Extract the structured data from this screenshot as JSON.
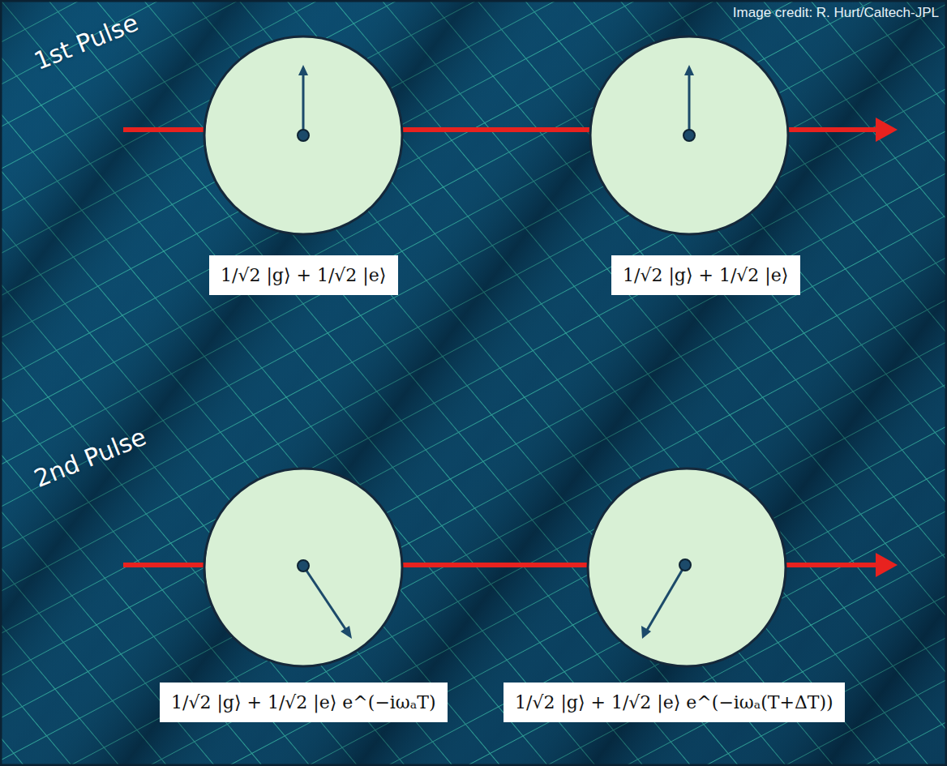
{
  "diagram": {
    "nodes": [
      {
        "text": [
          "1/√2 |g⟩ + 1/√2 |e⟩"
        ]
      },
      {
        "text": [
          "1/√2 |g⟩ + 1/√2 |e⟩"
        ]
      },
      {
        "text": [
          "1/√2 |g⟩ + 1/√2 |e⟩ e^(−iωₐT)"
        ]
      },
      {
        "text": [
          "1/√2 |g⟩ + 1/√2 |e⟩ e^(−iωₐ(T+ΔT))"
        ]
      }
    ],
    "labels": [
      "Image credit: R. Hurt/Caltech-JPL",
      "1st Pulse",
      "2nd Pulse"
    ]
  }
}
